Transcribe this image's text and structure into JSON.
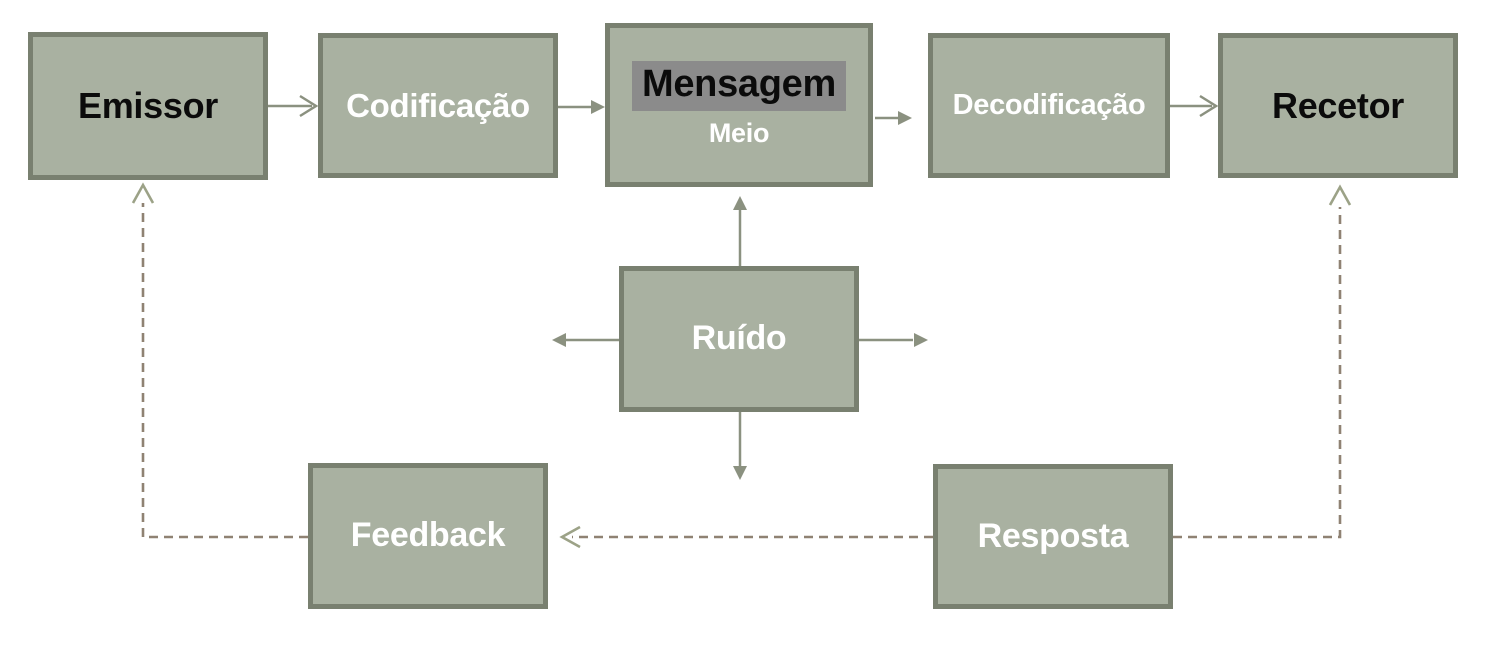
{
  "diagram": {
    "boxes": {
      "emissor": {
        "label": "Emissor"
      },
      "codificacao": {
        "label": "Codificação"
      },
      "mensagem": {
        "label": "Mensagem",
        "medium_label": "Meio"
      },
      "decodificacao": {
        "label": "Decodificação"
      },
      "recetor": {
        "label": "Recetor"
      },
      "ruido": {
        "label": "Ruído"
      },
      "feedback": {
        "label": "Feedback"
      },
      "resposta": {
        "label": "Resposta"
      }
    },
    "colors": {
      "background": "#ffffff",
      "box_fill": "#a9b1a1",
      "box_border": "#798070",
      "arrow_solid": "#8b9180",
      "arrow_dashed": "#8f8273",
      "chevron_light": "#9ca287",
      "highlight": "#8b8b8b",
      "text_dark": "#0b0b0b",
      "text_light": "#ffffff"
    }
  }
}
